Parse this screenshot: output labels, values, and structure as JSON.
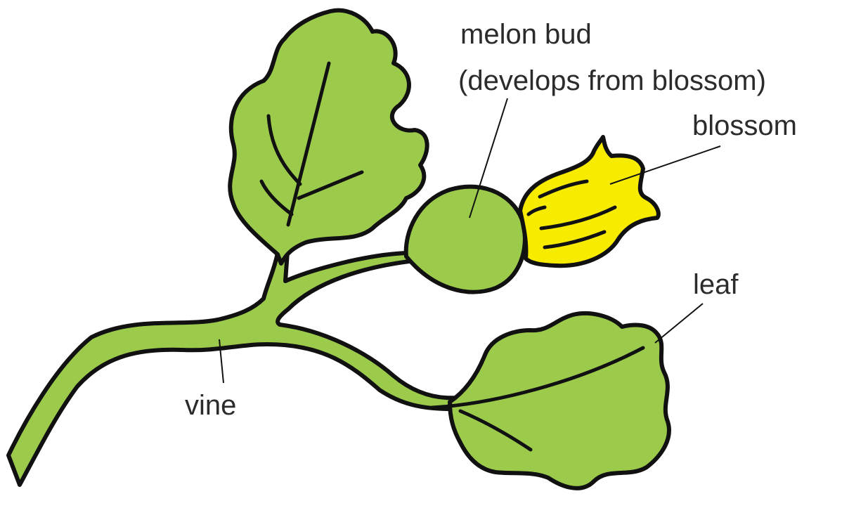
{
  "labels": {
    "melon_bud_line1": "melon bud",
    "melon_bud_line2": "(develops from blossom)",
    "blossom": "blossom",
    "leaf": "leaf",
    "vine": "vine"
  },
  "colors": {
    "plant_green": "#9ccb4c",
    "blossom_yellow": "#f7ec00",
    "outline": "#111111",
    "text": "#2b2b2b"
  }
}
